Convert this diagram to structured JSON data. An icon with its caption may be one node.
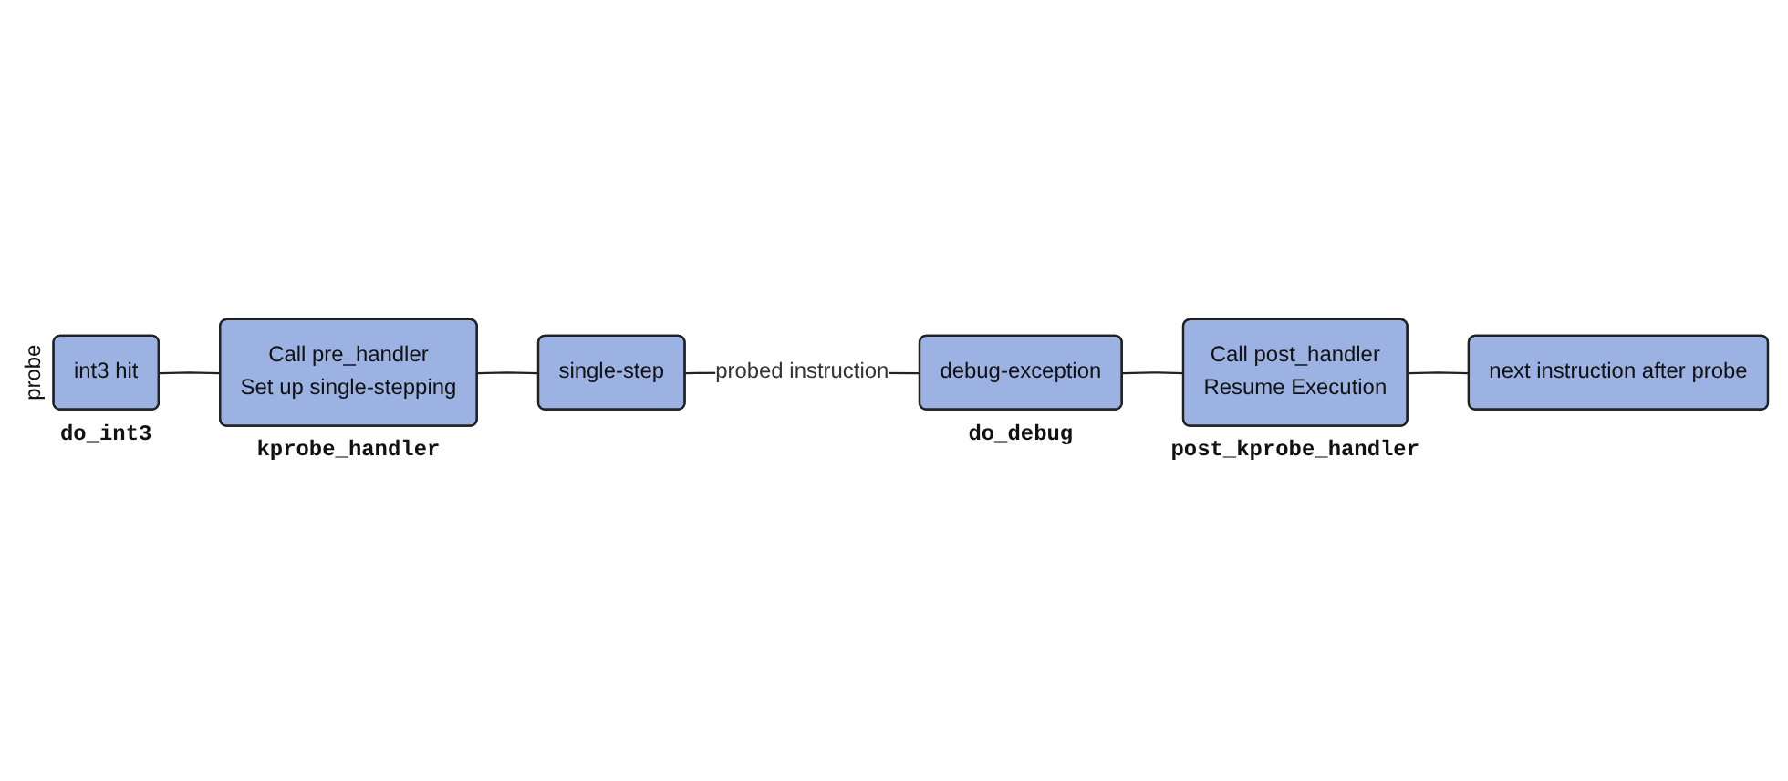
{
  "diagram": {
    "nodes": [
      {
        "text": [
          "int3 hit"
        ],
        "beside": [
          "probe",
          "do_int3"
        ]
      },
      {
        "text": [
          "Call pre_handler",
          "Set up single-stepping"
        ],
        "beside": [
          "kprobe_handler"
        ]
      },
      {
        "text": [
          "single-step"
        ]
      },
      {
        "text": [
          "debug-exception"
        ],
        "beside": [
          "do_debug"
        ]
      },
      {
        "text": [
          "Call post_handler",
          "Resume Execution"
        ],
        "beside": [
          "post_kprobe_handler"
        ]
      },
      {
        "text": [
          "next instruction after probe"
        ]
      }
    ],
    "edges": [
      {
        "from": 0,
        "to": 1,
        "arrow": "none"
      },
      {
        "from": 1,
        "to": 2,
        "arrow": "none"
      },
      {
        "from": 2,
        "to": 3,
        "arrow": "none",
        "label": "probed instruction"
      },
      {
        "from": 3,
        "to": 4,
        "arrow": "none"
      },
      {
        "from": 4,
        "to": 5,
        "arrow": "none"
      }
    ]
  }
}
